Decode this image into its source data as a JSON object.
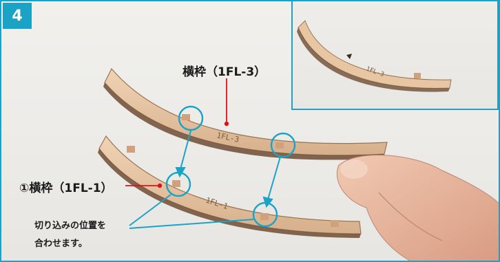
{
  "step": {
    "number": "4"
  },
  "labels": {
    "top_part": "横枠（1FL-3）",
    "left_part": "①横枠（1FL-1）"
  },
  "note": {
    "line1": "切り込みの位置を",
    "line2": "合わせます。"
  },
  "parts": {
    "upper_engraving": "1FL-3",
    "lower_engraving": "1FL-1",
    "inset_engraving": "1FL-3"
  },
  "colors": {
    "accent": "#1aa3c4",
    "leader": "#d8131b",
    "wood": "#e7c7a6"
  }
}
